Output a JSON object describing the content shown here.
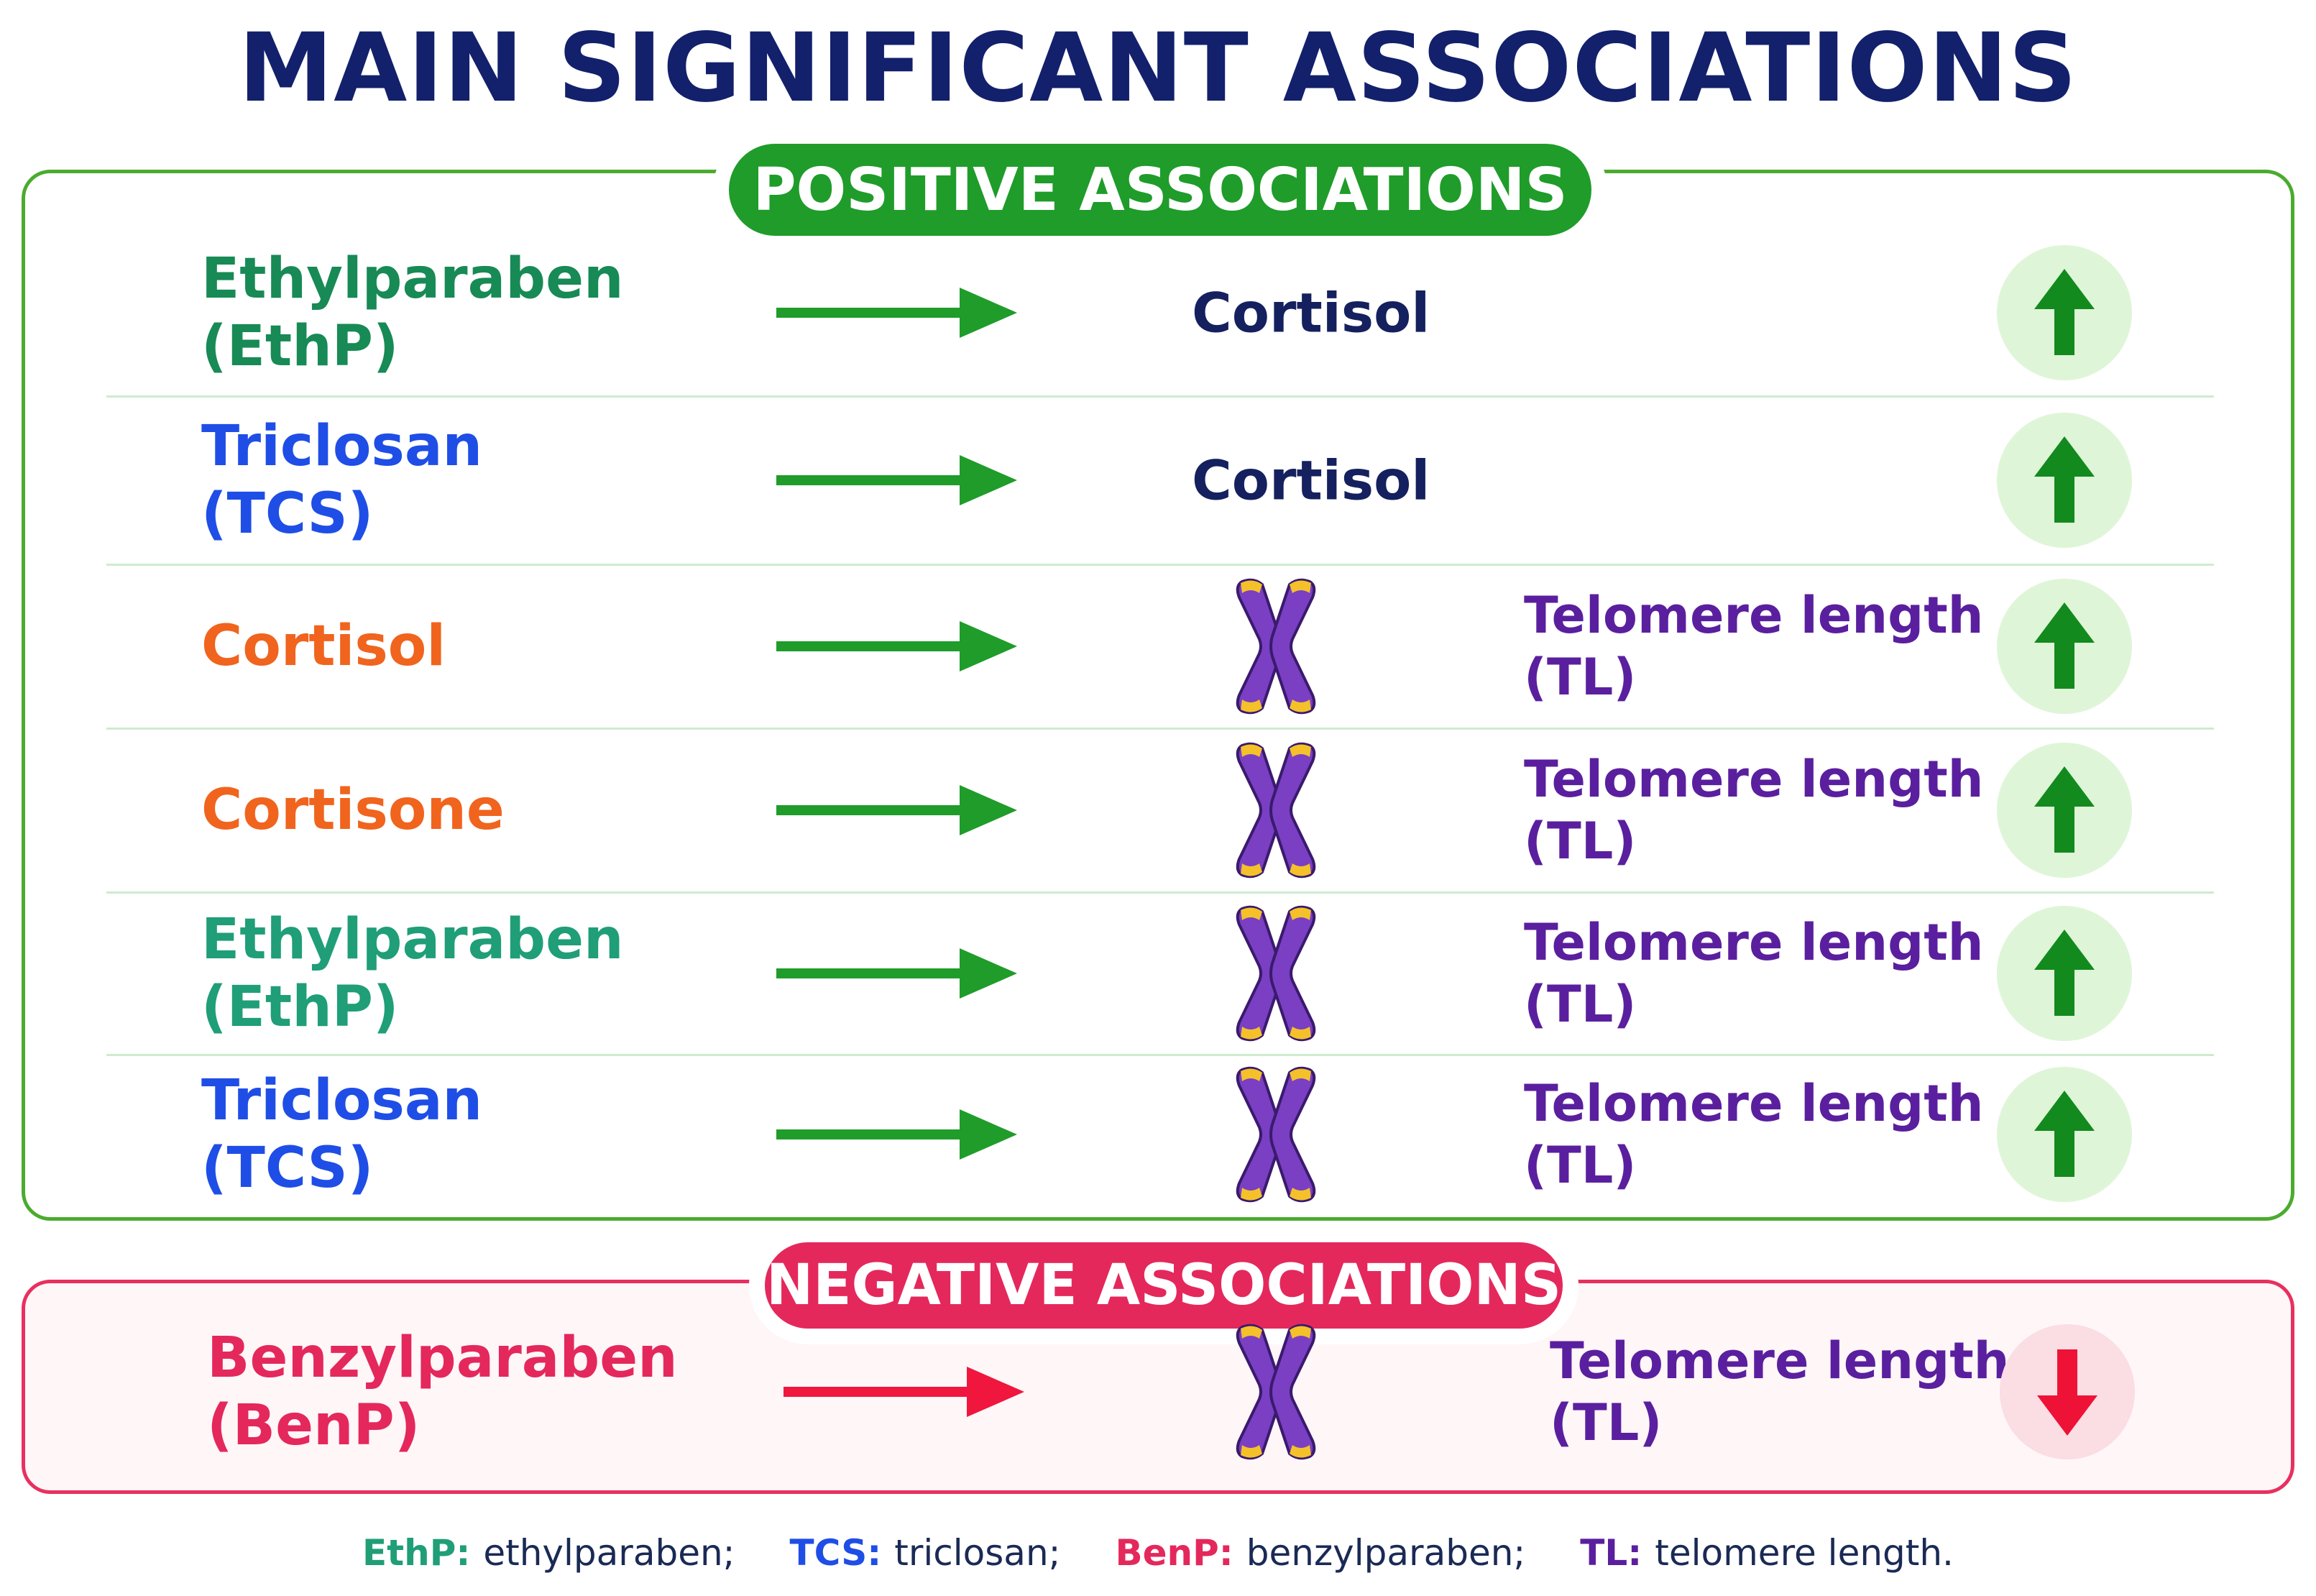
{
  "title": "MAIN SIGNIFICANT ASSOCIATIONS",
  "positive": {
    "label": "POSITIVE ASSOCIATIONS",
    "rows": [
      {
        "source": "Ethylparaben\n(EthP)",
        "source_color": "#178a55",
        "target": "Cortisol",
        "target_kind": "text",
        "direction": "up"
      },
      {
        "source": "Triclosan\n(TCS)",
        "source_color": "#1f4ee6",
        "target": "Cortisol",
        "target_kind": "text",
        "direction": "up"
      },
      {
        "source": "Cortisol",
        "source_color": "#f0641e",
        "target": "Telomere length\n(TL)",
        "target_kind": "chromosome",
        "direction": "up"
      },
      {
        "source": "Cortisone",
        "source_color": "#f0641e",
        "target": "Telomere length\n(TL)",
        "target_kind": "chromosome",
        "direction": "up"
      },
      {
        "source": "Ethylparaben\n(EthP)",
        "source_color": "#1f9e78",
        "target": "Telomere length\n(TL)",
        "target_kind": "chromosome",
        "direction": "up"
      },
      {
        "source": "Triclosan\n(TCS)",
        "source_color": "#1f4ee6",
        "target": "Telomere length\n(TL)",
        "target_kind": "chromosome",
        "direction": "up"
      }
    ]
  },
  "negative": {
    "label": "NEGATIVE ASSOCIATIONS",
    "rows": [
      {
        "source": "Benzylparaben\n(BenP)",
        "source_color": "#e4285c",
        "target": "Telomere length\n(TL)",
        "target_kind": "chromosome",
        "direction": "down"
      }
    ]
  },
  "colors": {
    "title": "#13206b",
    "positive_accent": "#1f9c2a",
    "negative_accent": "#e4285c",
    "up_badge_bg": "#dff5d8",
    "down_badge_bg": "#fbdde4",
    "chromosome": "#7a3fc2",
    "chromosome_tip": "#f5c12a",
    "telomere_text": "#5a1f9e"
  },
  "icons": {
    "arrow": "right-arrow-icon",
    "chromosome": "chromosome-icon",
    "up": "up-arrow-icon",
    "down": "down-arrow-icon"
  },
  "footer": [
    {
      "key": "EthP:",
      "value": "ethylparaben;",
      "color": "#1f9e78"
    },
    {
      "key": "TCS:",
      "value": "triclosan;",
      "color": "#1f4ee6"
    },
    {
      "key": "BenP:",
      "value": "benzylparaben;",
      "color": "#e4285c"
    },
    {
      "key": "TL:",
      "value": "telomere length.",
      "color": "#5a1f9e"
    }
  ]
}
